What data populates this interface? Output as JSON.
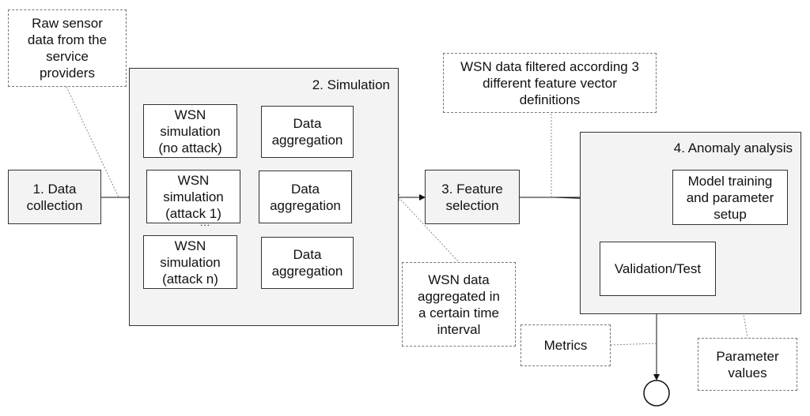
{
  "notes": {
    "raw_data": "Raw sensor\ndata from the\nservice\nproviders",
    "filtered": "WSN data filtered according 3\ndifferent feature vector\ndefinitions",
    "aggregated": "WSN data\naggregated in\na certain time\ninterval",
    "metrics": "Metrics",
    "parameters": "Parameter\nvalues"
  },
  "steps": {
    "data_collection": "1. Data\ncollection",
    "simulation_title": "2. Simulation",
    "feature_selection": "3. Feature\nselection",
    "anomaly_title": "4. Anomaly analysis"
  },
  "simulation": {
    "sims": [
      "WSN\nsimulation\n(no attack)",
      "WSN\nsimulation\n(attack 1)",
      "WSN\nsimulation\n(attack n)"
    ],
    "aggregation": [
      "Data\naggregation",
      "Data\naggregation",
      "Data\naggregation"
    ],
    "ellipsis": "..."
  },
  "anomaly": {
    "model_training": "Model training\nand parameter\nsetup",
    "validation": "Validation/Test"
  }
}
